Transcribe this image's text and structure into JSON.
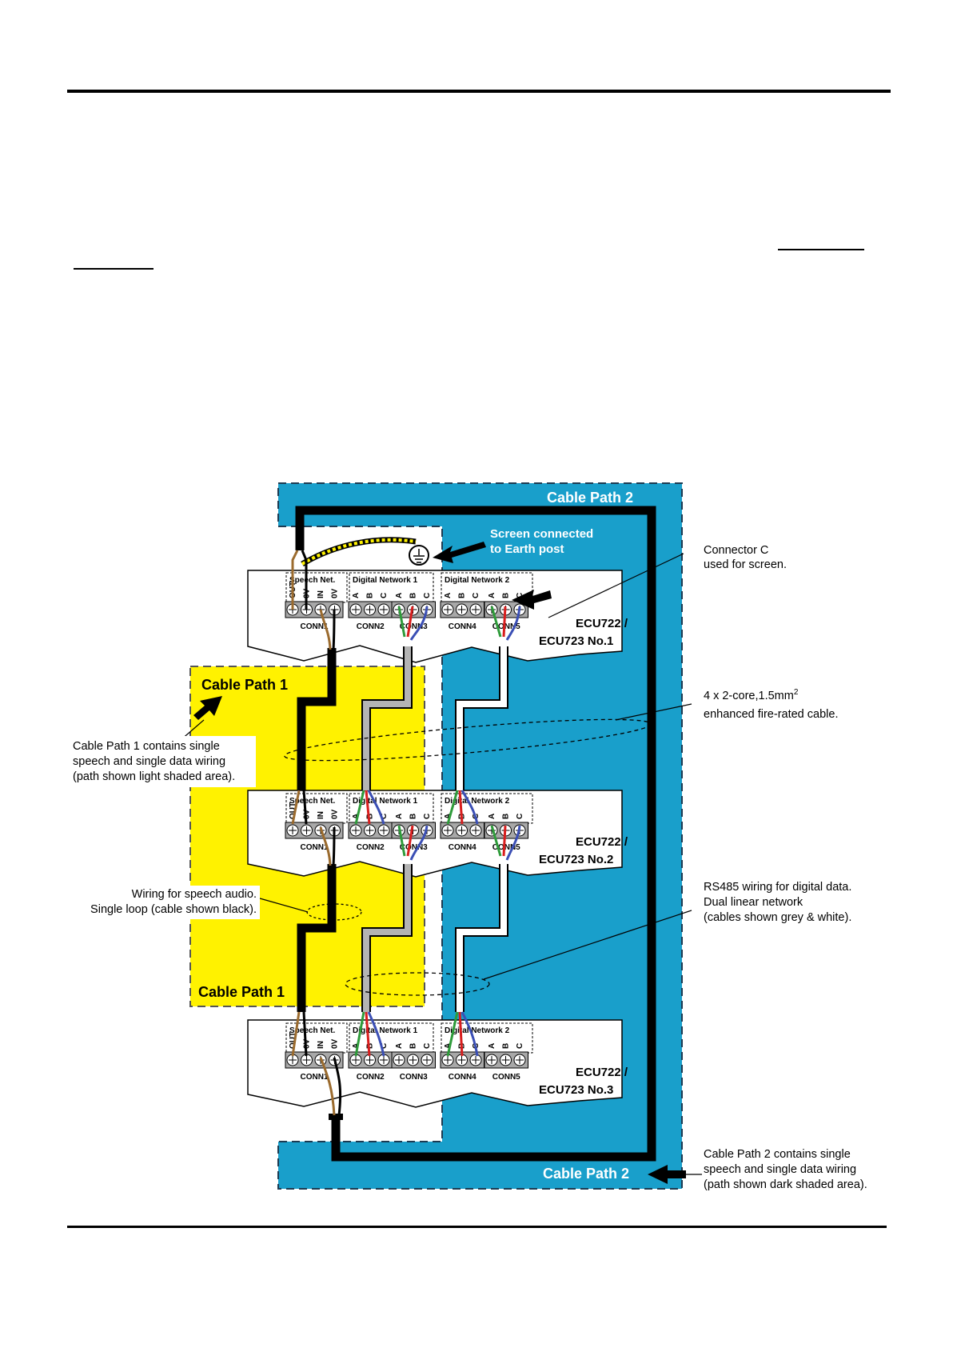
{
  "figure": {
    "zones": {
      "path2_top": "Cable Path 2",
      "path2_bottom": "Cable Path 2",
      "path1_top": "Cable Path 1",
      "path1_bottom": "Cable Path 1"
    },
    "earth_label": [
      "Screen connected",
      "to Earth post"
    ],
    "units": [
      {
        "name_line1": "ECU722 /",
        "name_line2": "ECU723 No.1"
      },
      {
        "name_line1": "ECU722 /",
        "name_line2": "ECU723 No.2"
      },
      {
        "name_line1": "ECU722 /",
        "name_line2": "ECU723 No.3"
      }
    ],
    "connector_groups": {
      "speech": "Speech Net.",
      "digital1": "Digital Network 1",
      "digital2": "Digital Network 2"
    },
    "terminal_labels": {
      "speech": [
        "OUT",
        "0V",
        "IN",
        "0V"
      ],
      "abc": [
        "A",
        "B",
        "C"
      ]
    },
    "connectors": [
      "CONN1",
      "CONN2",
      "CONN3",
      "CONN4",
      "CONN5"
    ],
    "callouts": {
      "connector_c": [
        "Connector C",
        "used for screen."
      ],
      "cable_spec": [
        "4 x 2-core,1.5mm",
        "2",
        "enhanced fire-rated cable."
      ],
      "path1_contents": [
        "Cable Path 1 contains single",
        "speech and single data wiring",
        "(path shown light shaded area)."
      ],
      "speech_wiring": [
        "Wiring for speech audio.",
        "Single loop (cable shown black)."
      ],
      "rs485": [
        "RS485 wiring for digital data.",
        "Dual linear network",
        "(cables shown grey & white)."
      ],
      "path2_contents": [
        "Cable Path 2 contains single",
        "speech and single data wiring",
        "(path shown dark shaded area)."
      ]
    },
    "colors": {
      "path2_blue": "#199fcb",
      "path1_yellow": "#fff200",
      "wire_brown": "#9b6b2e",
      "wire_green": "#2e9b3a",
      "wire_red": "#d81e1e",
      "wire_blue": "#3b4fb5",
      "cable_grey": "#b4b4b4",
      "terminal_grey": "#a8a8a8"
    }
  }
}
